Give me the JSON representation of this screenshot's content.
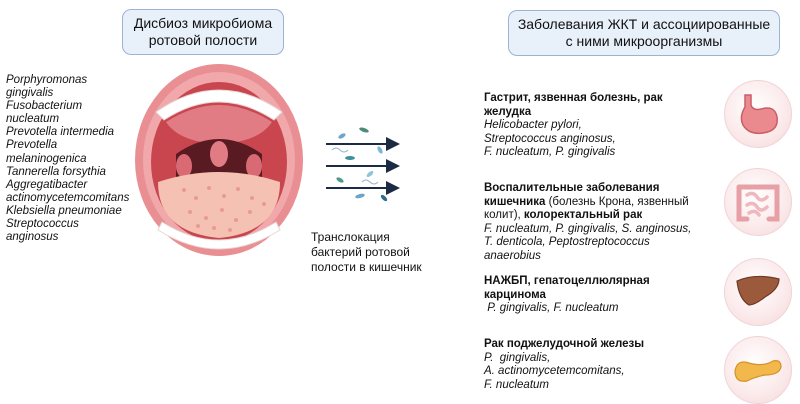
{
  "left_panel": {
    "title_line1": "Дисбиоз микробиома",
    "title_line2": "ротовой полости",
    "species": [
      "Porphyromonas",
      "gingivalis",
      "Fusobacterium",
      "nucleatum",
      "Prevotella intermedia",
      "Prevotella",
      "melaninogenica",
      "Tannerella forsythia",
      "Aggregatibacter",
      "actinomycetemcomitans",
      "Klebsiella pneumoniae",
      "Streptococcus",
      "anginosus"
    ]
  },
  "center": {
    "caption_line1": "Транслокация",
    "caption_line2": "бактерий ротовой",
    "caption_line3": "полости в кишечник"
  },
  "right_panel": {
    "title_line1": "Заболевания ЖКТ и ассоциированные",
    "title_line2": "с ними микроорганизмы",
    "diseases": [
      {
        "head_line1": "Гастрит, язвенная болезнь, рак",
        "head_line2": "желудка",
        "orgs": [
          "Helicobacter pylori,",
          "Streptococcus anginosus,",
          "F. nucleatum, P. gingivalis"
        ],
        "organ": "stomach-icon"
      },
      {
        "head_line1": "Воспалительные заболевания",
        "head_line2_bold": "кишечника",
        "head_line2_plain": " (болезнь Крона, язвенный",
        "head_line3_plain": "колит),",
        "head_line3_bold": " колоректальный рак",
        "orgs": [
          "F. nucleatum, P. gingivalis, S. anginosus,",
          "T. denticola, Peptostreptococcus",
          "anaerobius"
        ],
        "organ": "intestine-icon"
      },
      {
        "head_line1": "НАЖБП, гепатоцеллюлярная",
        "head_line2": "карцинома",
        "orgs": [
          " P. gingivalis, F. nucleatum"
        ],
        "organ": "liver-icon"
      },
      {
        "head_line1": "Рак поджелудочной железы",
        "orgs": [
          "P.  gingivalis,",
          "A. actinomycetemcomitans,",
          "F. nucleatum"
        ],
        "organ": "pancreas-icon"
      }
    ]
  },
  "colors": {
    "title_fill": "#e8f0fa",
    "title_border": "#9cb3d3",
    "lip": "#e98f93",
    "throat": "#5a1a22",
    "tongue": "#f4c1b3",
    "stomach": "#ea8a8f",
    "liver": "#9c5a3c",
    "pancreas": "#f2b84b"
  }
}
